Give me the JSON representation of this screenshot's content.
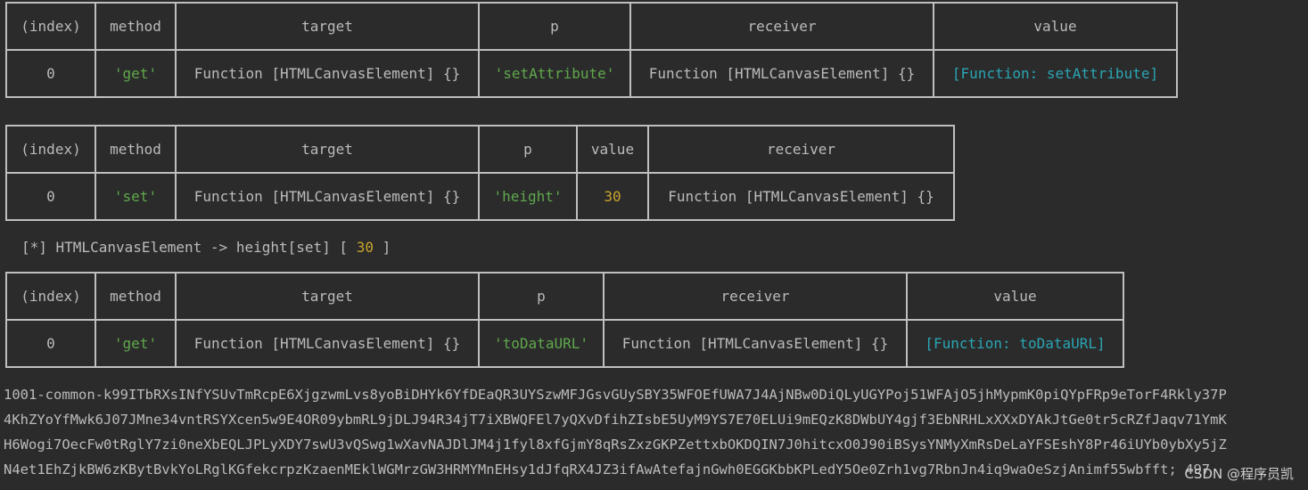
{
  "table1": {
    "headers": [
      "(index)",
      "method",
      "target",
      "p",
      "receiver",
      "value"
    ],
    "row": {
      "index": "0",
      "method": "'get'",
      "target": "Function [HTMLCanvasElement] {}",
      "p": "'setAttribute'",
      "receiver": "Function [HTMLCanvasElement] {}",
      "value": "[Function: setAttribute]"
    }
  },
  "table2": {
    "headers": [
      "(index)",
      "method",
      "target",
      "p",
      "value",
      "receiver"
    ],
    "row": {
      "index": "0",
      "method": "'set'",
      "target": "Function [HTMLCanvasElement] {}",
      "p": "'height'",
      "value": "30",
      "receiver": "Function [HTMLCanvasElement] {}"
    }
  },
  "log": {
    "prefix": "[*] HTMLCanvasElement -> height[set] [ ",
    "value": "30",
    "suffix": " ]"
  },
  "table3": {
    "headers": [
      "(index)",
      "method",
      "target",
      "p",
      "receiver",
      "value"
    ],
    "row": {
      "index": "0",
      "method": "'get'",
      "target": "Function [HTMLCanvasElement] {}",
      "p": "'toDataURL'",
      "receiver": "Function [HTMLCanvasElement] {}",
      "value": "[Function: toDataURL]"
    }
  },
  "dump_lines": [
    "1001-common-k99ITbRXsINfYSUvTmRcpE6XjgzwmLvs8yoBiDHYk6YfDEaQR3UYSzwMFJGsvGUySBY35WFOEfUWA7J4AjNBw0DiQLyUGYPoj51WFAjO5jhMypmK0piQYpFRp9eTorF4Rkly37P",
    "4KhZYoYfMwk6J07JMne34vntRSYXcen5w9E4OR09ybmRL9jDLJ94R34jT7iXBWQFEl7yQXvDfihZIsbE5UyM9YS7E70ELUi9mEQzK8DWbUY4gjf3EbNRHLxXXxDYAkJtGe0tr5cRZfJaqv71YmK",
    "H6Wogi7OecFw0tRglY7zi0neXbEQLJPLyXDY7swU3vQSwg1wXavNAJDlJM4j1fyl8xfGjmY8qRsZxzGKPZettxbOKDQIN7J0hitcxO0J90iBSysYNMyXmRsDeLaYFSEshY8Pr46iUYb0ybXy5jZ",
    "N4et1EhZjkBW6zKBytBvkYoLRglKGfekcrpzKzaenMEklWGMrzGW3HRMYMnEHsy1dJfqRX4JZ3ifAwAtefajnGwh0EGGKbbKPLedY5Oe0Zrh1vg7RbnJn4iq9waOeSzjAnimf55wbfft; 497"
  ],
  "watermark": "CSDN @程序员凯",
  "colors": {
    "background": "#2b2b2b",
    "text": "#bbbbbb",
    "string_green": "#6a9955",
    "function_cyan": "#2aa5b3",
    "number_yellow": "#c9a42d",
    "border": "#bfbfbf"
  }
}
